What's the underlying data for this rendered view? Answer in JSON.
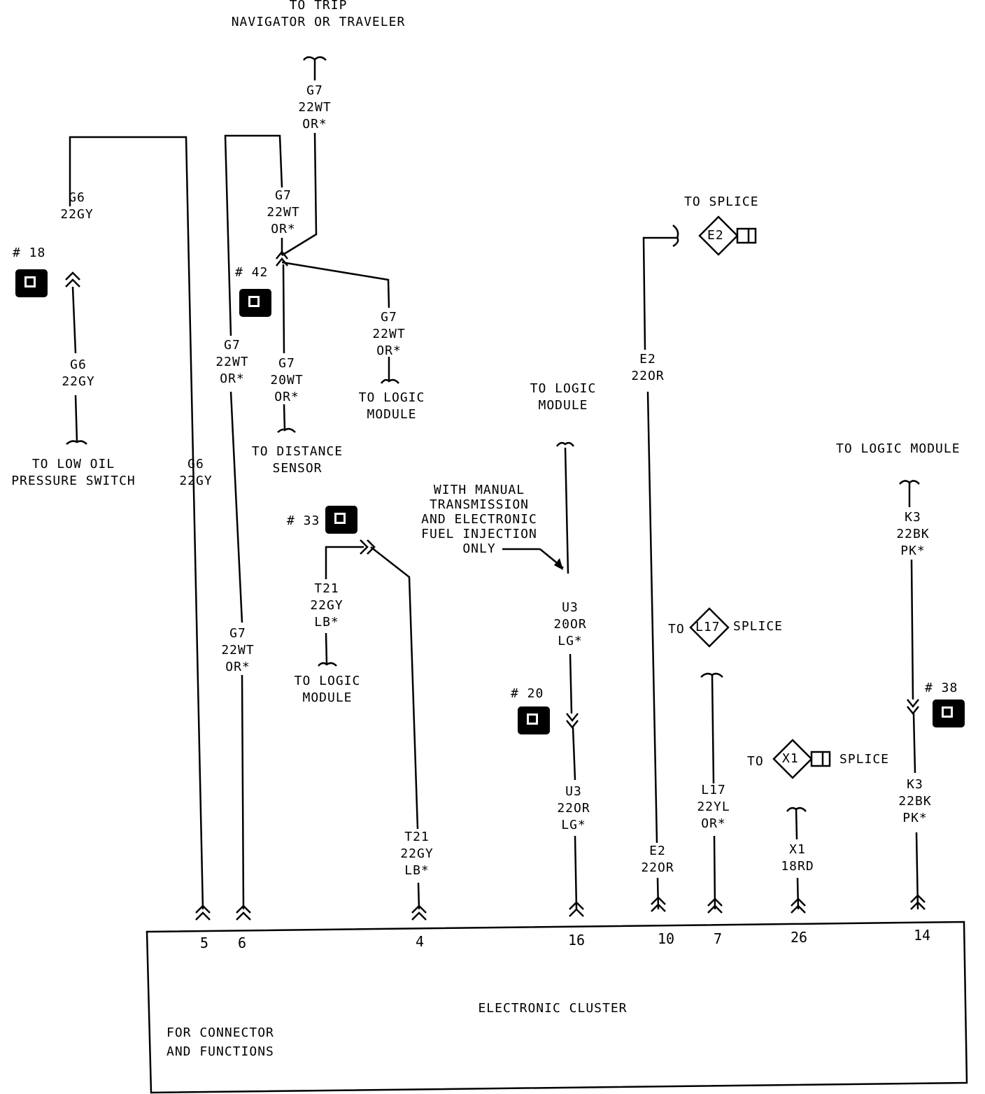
{
  "title_box": "ELECTRONIC CLUSTER",
  "note_box": "FOR CONNECTOR\nAND FUNCTIONS",
  "destinations": {
    "trip_navigator": "TO TRIP\nNAVIGATOR OR TRAVELER",
    "low_oil": "TO LOW OIL\nPRESSURE SWITCH",
    "distance_sensor": "TO DISTANCE\nSENSOR",
    "logic_module_a": "TO LOGIC\nMODULE",
    "logic_module_b": "TO LOGIC\nMODULE",
    "logic_module_c": "TO LOGIC\nMODULE",
    "logic_module_d": "TO LOGIC MODULE",
    "splice_e2_to": "TO SPLICE",
    "splice_l17_to": "TO",
    "splice_l17_after": "SPLICE",
    "splice_x1_to": "TO",
    "splice_x1_after": "SPLICE"
  },
  "splices": {
    "e2": "E2",
    "l17": "L17",
    "x1": "X1"
  },
  "note_manual": "WITH MANUAL\nTRANSMISSION\nAND ELECTRONIC\nFUEL INJECTION\nONLY",
  "connectors": {
    "c18": "# 18",
    "c42": "# 42",
    "c33": "# 33",
    "c20": "# 20",
    "c38": "# 38"
  },
  "wires": {
    "g7_top": "G7\n22WT\nOR*",
    "g7_mid": "G7\n22WT\nOR*",
    "g6_upper": "G6\n22GY",
    "g6_lower": "G6\n22GY",
    "g7_left": "G7\n22WT\nOR*",
    "g7_20wt": "G7\n20WT\nOR*",
    "g7_right": "G7\n22WT\nOR*",
    "g6_long": "G6\n22GY",
    "g7_long": "G7\n22WT\nOR*",
    "t21_upper": "T21\n22GY\nLB*",
    "t21_lower": "T21\n22GY\nLB*",
    "u3_upper": "U3\n20OR\nLG*",
    "u3_lower": "U3\n22OR\nLG*",
    "e2_upper": "E2\n22OR",
    "e2_lower": "E2\n22OR",
    "l17": "L17\n22YL\nOR*",
    "x1": "X1\n18RD",
    "k3_upper": "K3\n22BK\nPK*",
    "k3_lower": "K3\n22BK\nPK*"
  },
  "pins": [
    "5",
    "6",
    "4",
    "16",
    "10",
    "7",
    "26",
    "14"
  ]
}
